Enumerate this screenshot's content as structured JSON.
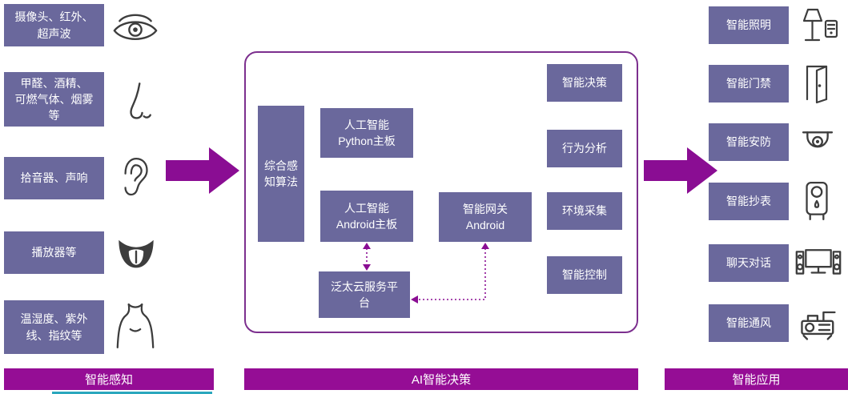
{
  "colors": {
    "box": "#6a689c",
    "accent": "#8a0d93",
    "bar": "#950d95",
    "border": "#7c2f8e",
    "icon": "#3d3d3d",
    "strip": "#2aa7bd"
  },
  "perception": {
    "footer": "智能感知",
    "items": [
      {
        "label": "摄像头、红外、\n超声波",
        "icon": "eye-icon"
      },
      {
        "label": "甲醛、酒精、\n可燃气体、烟雾\n等",
        "icon": "nose-icon"
      },
      {
        "label": "拾音器、声响",
        "icon": "ear-icon"
      },
      {
        "label": "播放器等",
        "icon": "tongue-icon"
      },
      {
        "label": "温湿度、紫外\n线、指纹等",
        "icon": "body-icon"
      }
    ]
  },
  "decision": {
    "footer": "AI智能决策",
    "algorithm": "综合感\n知算法",
    "python_board": "人工智能\nPython主板",
    "android_board": "人工智能\nAndroid主板",
    "gateway": "智能网关\nAndroid",
    "cloud_platform": "泛太云服务平\n台",
    "functions": [
      "智能决策",
      "行为分析",
      "环境采集",
      "智能控制"
    ]
  },
  "application": {
    "footer": "智能应用",
    "items": [
      {
        "label": "智能照明",
        "icon": "lamp-icon"
      },
      {
        "label": "智能门禁",
        "icon": "door-icon"
      },
      {
        "label": "智能安防",
        "icon": "camera-icon"
      },
      {
        "label": "智能抄表",
        "icon": "meter-icon"
      },
      {
        "label": "聊天对话",
        "icon": "tv-speakers-icon"
      },
      {
        "label": "智能通风",
        "icon": "ventilation-icon"
      }
    ]
  }
}
